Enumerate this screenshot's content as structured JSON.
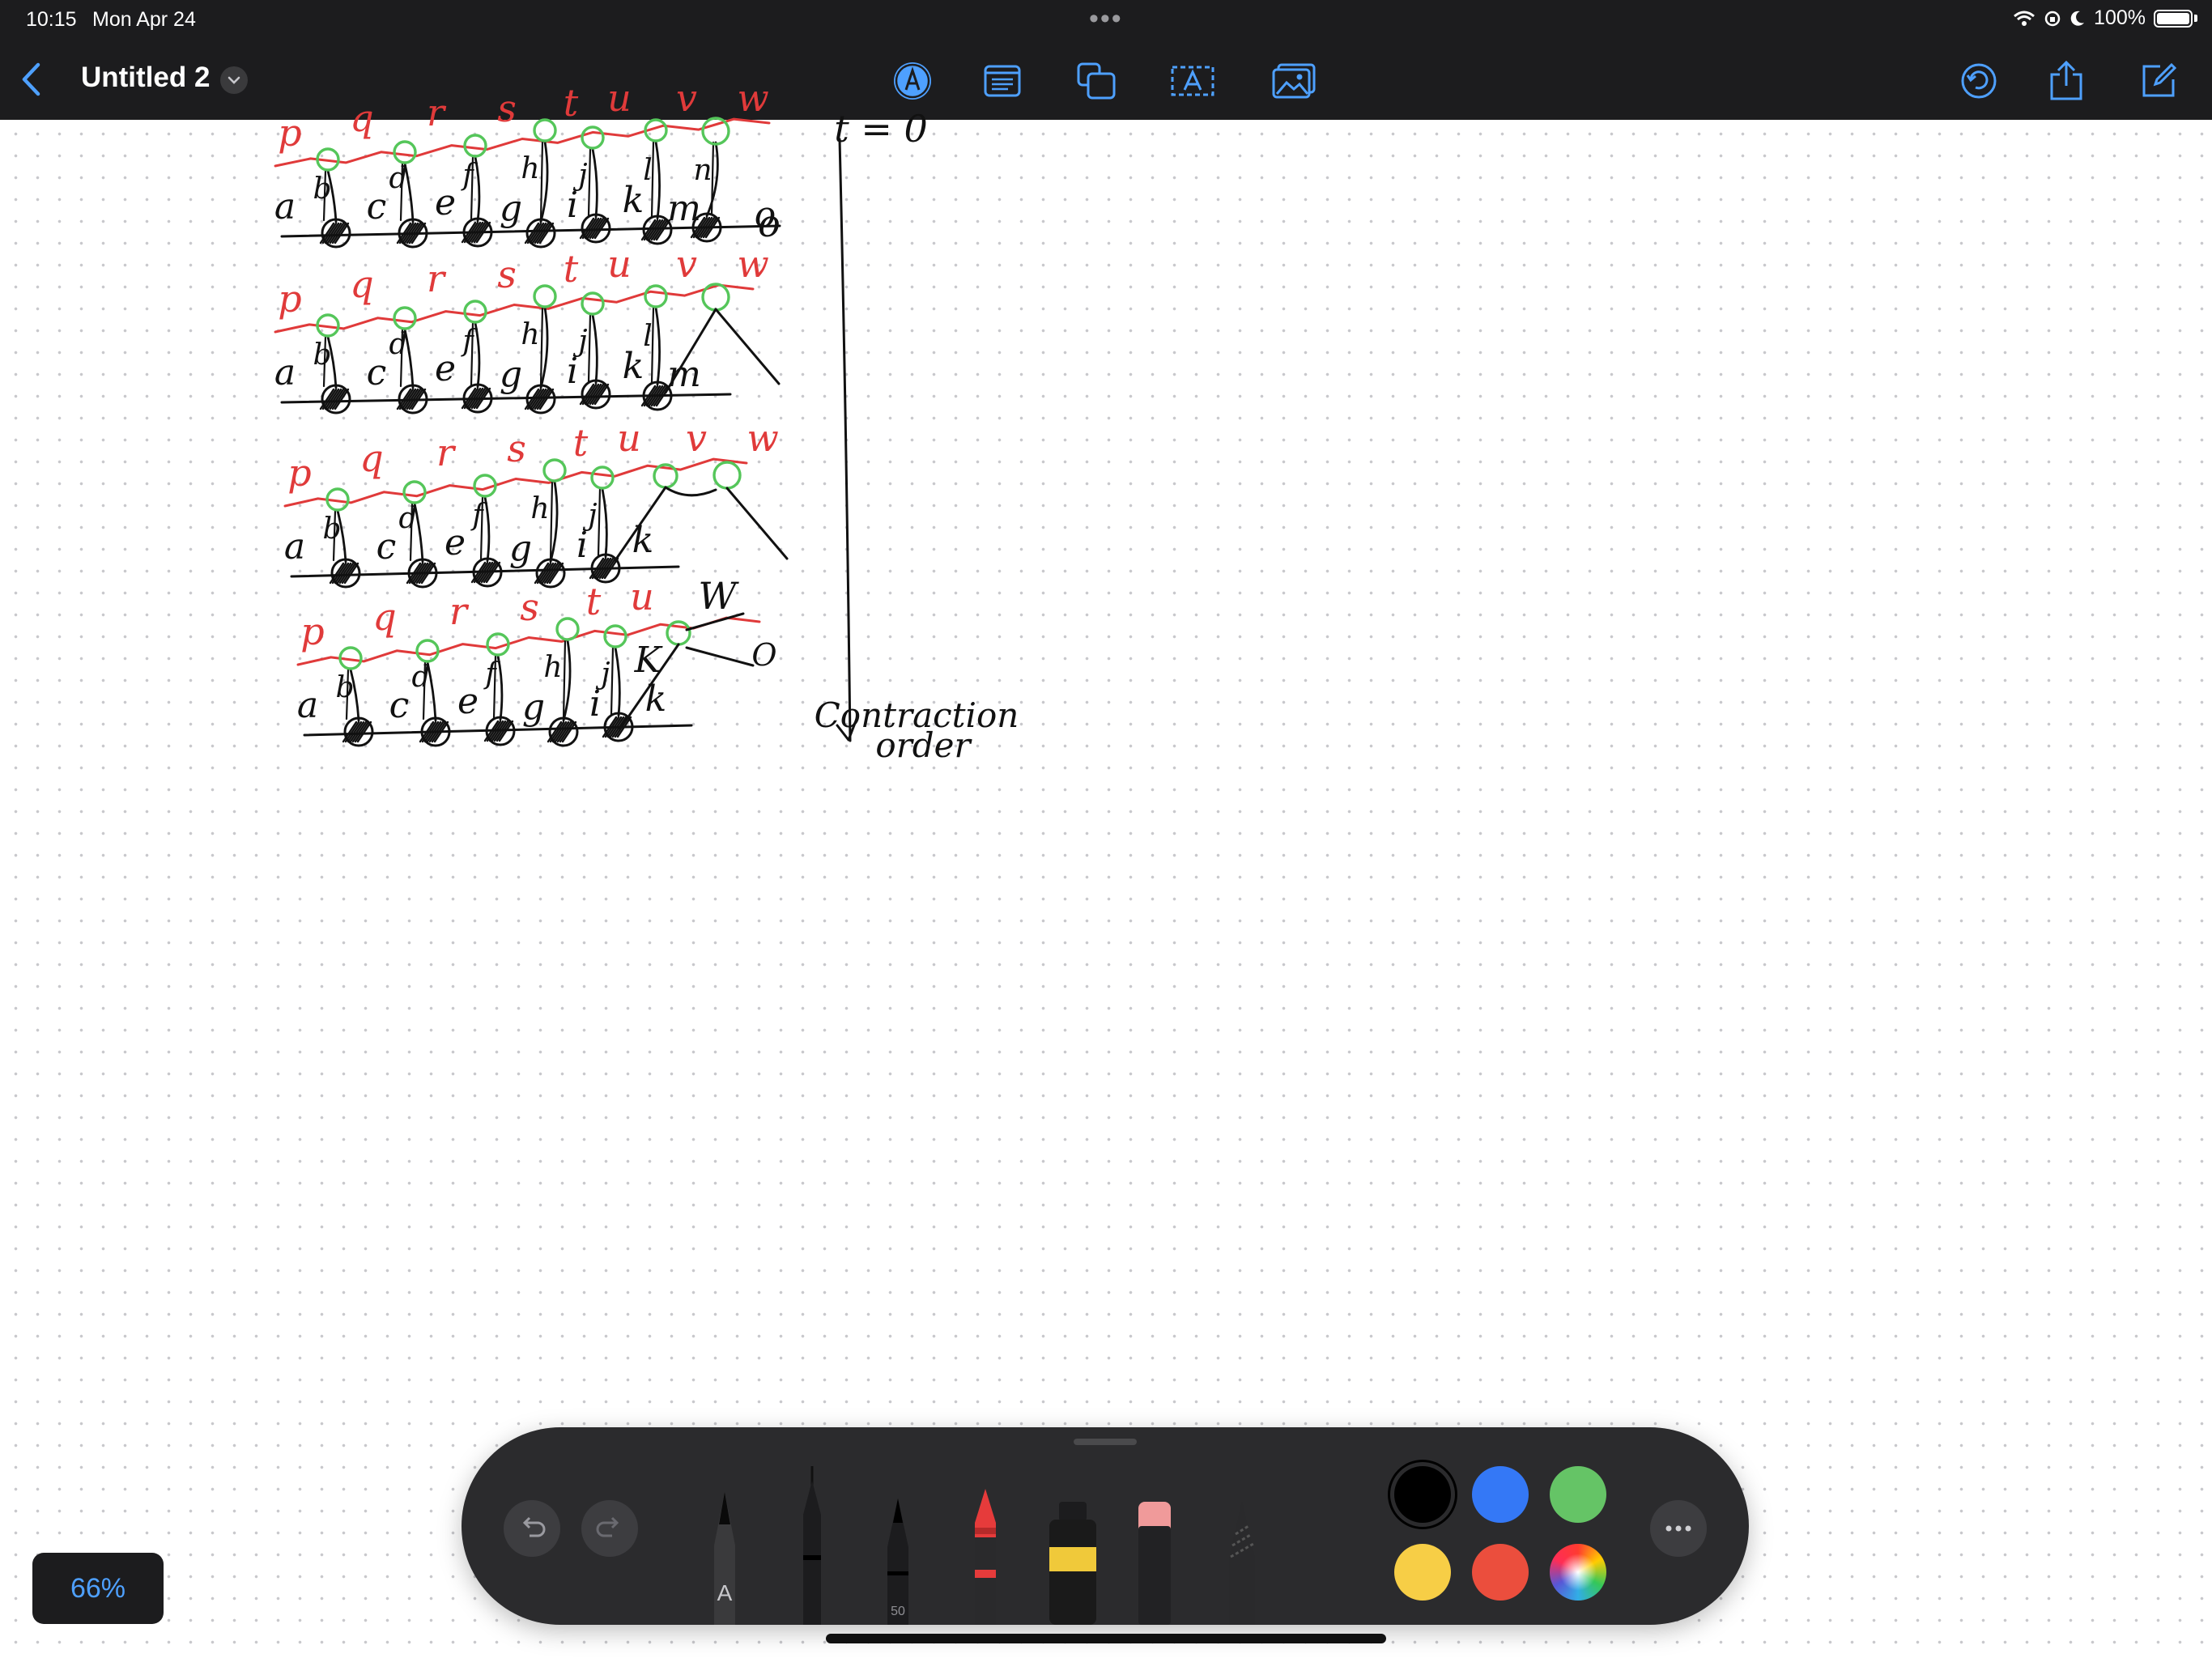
{
  "status_bar": {
    "time": "10:15",
    "date": "Mon Apr 24",
    "center_dots": "•••",
    "battery": "100%"
  },
  "toolbar": {
    "title": "Untitled 2",
    "left": [
      "back-icon",
      "chevron-down-icon"
    ],
    "center": [
      "markup-pen-icon",
      "checklist-icon",
      "shapes-icon",
      "text-box-icon",
      "media-icon"
    ],
    "right": [
      "undo-history-icon",
      "share-icon",
      "compose-icon"
    ]
  },
  "sketch": {
    "top_labels": [
      "p",
      "q",
      "r",
      "s",
      "t",
      "u",
      "v",
      "w"
    ],
    "bottom_labels": [
      "a",
      "b",
      "c",
      "d",
      "e",
      "f",
      "g",
      "h",
      "i",
      "j",
      "k",
      "l",
      "m",
      "n",
      "o"
    ],
    "row4_labels": [
      "K",
      "W",
      "O"
    ],
    "side_label_top": "t = 0",
    "side_label_bottom": "Contraction\norder"
  },
  "palette": {
    "tools": [
      "pen",
      "fineliner",
      "pencil",
      "crayon",
      "marker",
      "eraser",
      "lasso"
    ],
    "pencil_width": "50",
    "colors": {
      "black": "#000000",
      "blue": "#3478f6",
      "green": "#65c466",
      "yellow": "#f7ce46",
      "red": "#eb4e3d",
      "picker": "spectrum"
    },
    "pen_letter": "A"
  },
  "zoom": "66%",
  "ink_colors": {
    "black": "#111111",
    "red": "#e03a3a",
    "green": "#55c65a"
  }
}
